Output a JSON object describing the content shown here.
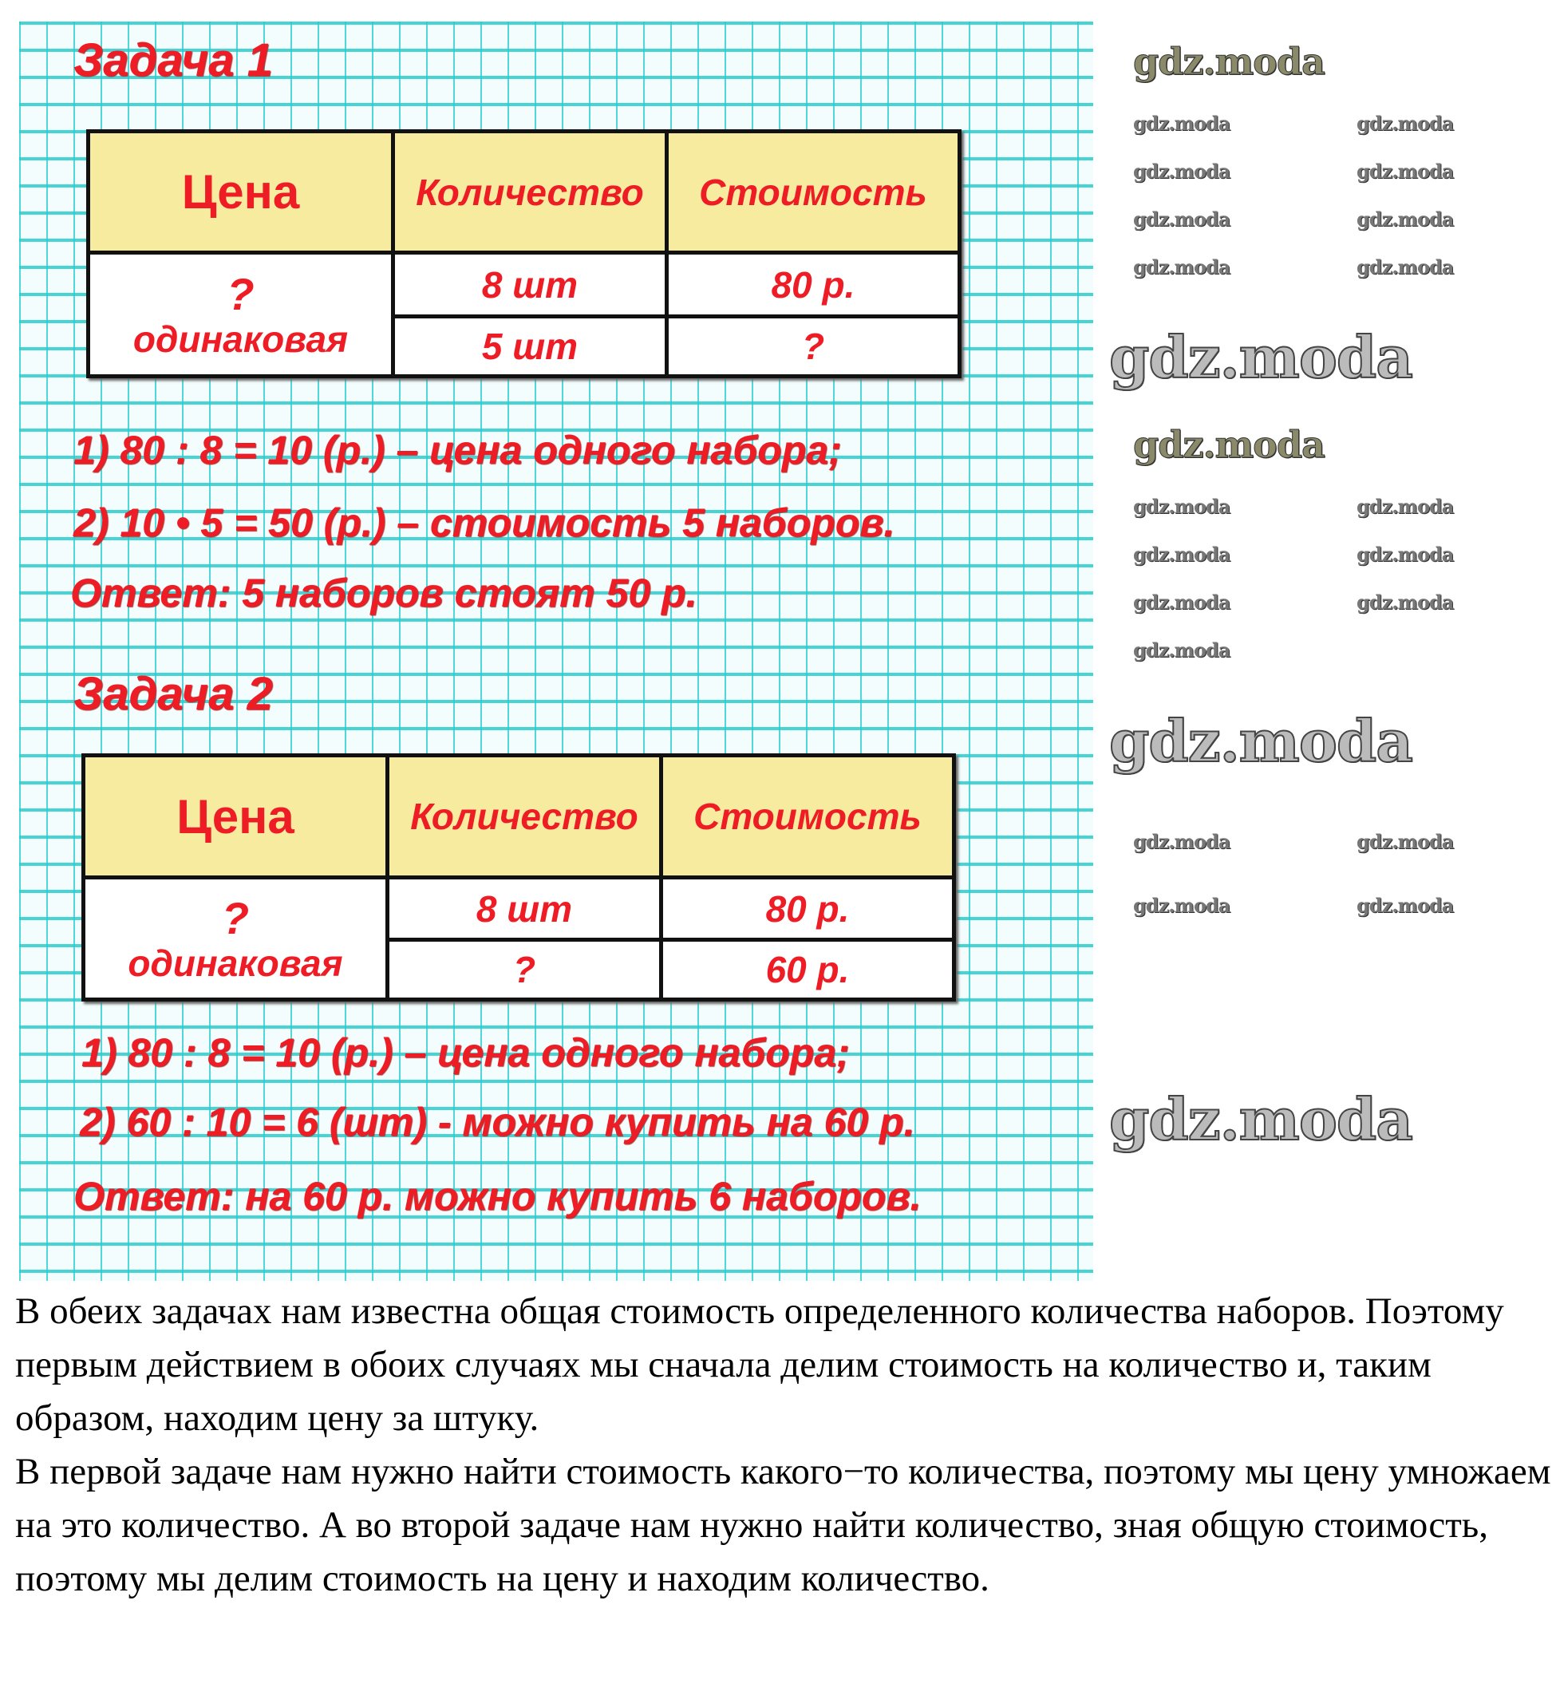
{
  "watermark": "gdz.moda",
  "task1": {
    "title": "Задача 1",
    "headers": [
      "Цена",
      "Количество",
      "Стоимость"
    ],
    "price": [
      "?",
      "одинаковая"
    ],
    "rows": [
      [
        "8 шт",
        "80 р."
      ],
      [
        "5 шт",
        "?"
      ]
    ],
    "steps": [
      "1) 80 : 8 = 10 (р.) – цена одного набора;",
      "2) 10 • 5 = 50 (р.) – стоимость 5 наборов."
    ],
    "answer": "Ответ: 5 наборов стоят 50 р."
  },
  "task2": {
    "title": "Задача 2",
    "headers": [
      "Цена",
      "Количество",
      "Стоимость"
    ],
    "price": [
      "?",
      "одинаковая"
    ],
    "rows": [
      [
        "8 шт",
        "80 р."
      ],
      [
        "?",
        "60 р."
      ]
    ],
    "steps": [
      "1) 80 : 8 = 10 (р.) – цена одного набора;",
      "2) 60 : 10 = 6 (шт) - можно купить на 60 р."
    ],
    "answer": "Ответ: на 60 р. можно купить 6 наборов."
  },
  "explanation": [
    "В обеих задачах нам известна общая стоимость определенного количества наборов. Поэтому первым действием в обоих случаях мы сначала делим стоимость на количество и, таким образом, находим цену за штуку.",
    "В первой задаче нам нужно найти стоимость какого−то количества, поэтому мы цену умножаем на это количество. А во второй задаче нам нужно найти количество, зная общую стоимость, поэтому мы делим стоимость на цену и находим количество."
  ]
}
